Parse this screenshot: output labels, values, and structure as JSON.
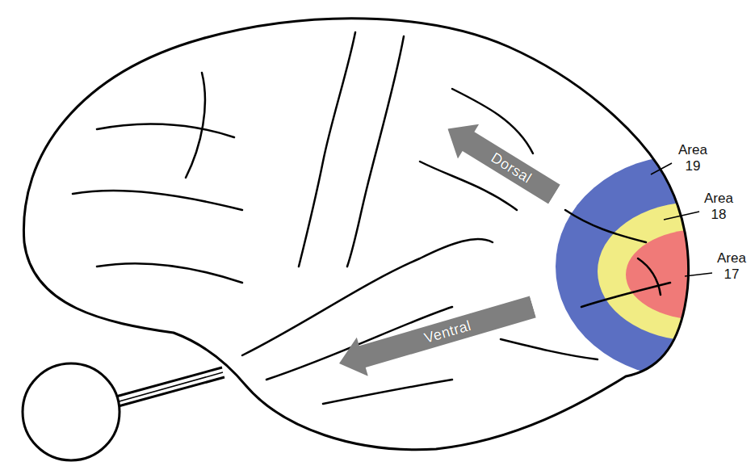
{
  "diagram": {
    "nodes": [
      {
        "text": [
          "Dorsal"
        ]
      },
      {
        "text": [
          "Ventral"
        ]
      }
    ],
    "labels": [
      "Area 19",
      "Area 18",
      "Area 17"
    ]
  }
}
